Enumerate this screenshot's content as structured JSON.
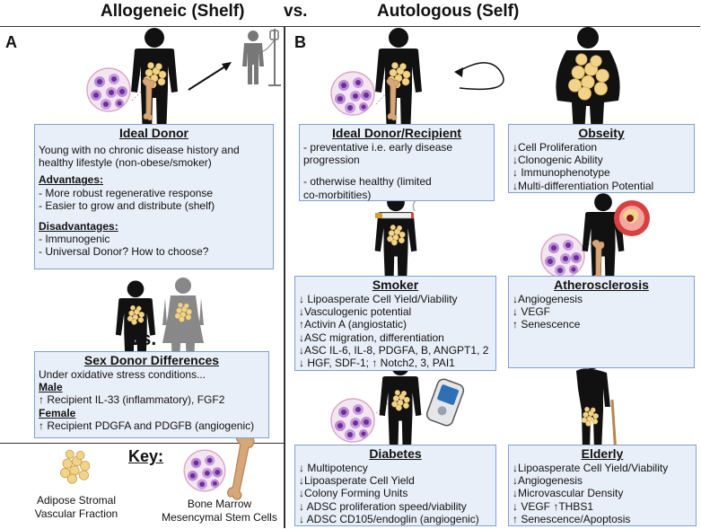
{
  "header": {
    "left": "Allogeneic (Shelf)",
    "vs": "vs.",
    "right": "Autologous (Self)"
  },
  "panel_a": {
    "label": "A"
  },
  "panel_b": {
    "label": "B"
  },
  "ideal_donor": {
    "title": "Ideal Donor",
    "intro": [
      "Young with no chronic disease history and",
      "healthy lifestyle (non-obese/smoker)"
    ],
    "adv_title": "Advantages:",
    "adv": [
      "- More robust regenerative response",
      "- Easier to grow and distribute (shelf)"
    ],
    "dis_title": "Disadvantages:",
    "dis": [
      "- Immunogenic",
      "- Universal Donor? How to choose?"
    ]
  },
  "vs_label": "vs.",
  "sex_donor": {
    "title": "Sex Donor Differences",
    "intro": "Under oxidative stress conditions...",
    "male_title": "Male",
    "male": "↑ Recipient IL-33 (inflammatory), FGF2",
    "female_title": "Female",
    "female": "↑ Recipient PDGFA and PDGFB (angiogenic)"
  },
  "key": {
    "title": "Key:",
    "adipose": [
      "Adipose Stromal",
      "Vascular Fraction"
    ],
    "marrow": [
      "Bone Marrow",
      "Mesencymal Stem Cells"
    ]
  },
  "ideal_recipient": {
    "title": "Ideal Donor/Recipient",
    "lines": [
      "- preventative i.e. early disease",
      "progression",
      "",
      "- otherwise healthy (limited",
      "co-morbitities)"
    ]
  },
  "obesity": {
    "title": "Obseity",
    "lines": [
      "↓Cell Proliferation",
      "↓Clonogenic Ability",
      "↓ Immunophenotype",
      "↓Multi-differentiation Potential"
    ]
  },
  "smoker": {
    "title": "Smoker",
    "lines": [
      "↓ Lipoasperate Cell Yield/Viability",
      "↓Vasculogenic potential",
      "↑Activin A (angiostatic)",
      "↓ASC migration, differentiation",
      "↓ASC IL-6, IL-8, PDGFA, B, ANGPT1, 2",
      "↓ HGF, SDF-1; ↑ Notch2, 3, PAI1"
    ]
  },
  "atherosclerosis": {
    "title": "Atherosclerosis",
    "lines": [
      "↓Angiogenesis",
      "↓ VEGF",
      "↑ Senescence"
    ]
  },
  "diabetes": {
    "title": "Diabetes",
    "lines": [
      "↓ Multipotency",
      "↓Lipoasperate Cell Yield",
      "↓Colony Forming Units",
      "↓ ADSC proliferation speed/viability",
      "↓ ADSC CD105/endoglin (angiogenic)"
    ]
  },
  "elderly": {
    "title": "Elderly",
    "lines": [
      "↓Lipoasperate Cell Yield/Viability",
      "↓Angiogenesis",
      "↓Microvascular Density",
      "↓ VEGF ↑THBS1",
      "↑ Senescence/Apoptosis"
    ]
  },
  "colors": {
    "box_fill": "#e9eff9",
    "box_border": "#7fa1cf",
    "fat": "#f2d38a",
    "purple_cells": "#8a56b8",
    "figure": "#111111"
  }
}
